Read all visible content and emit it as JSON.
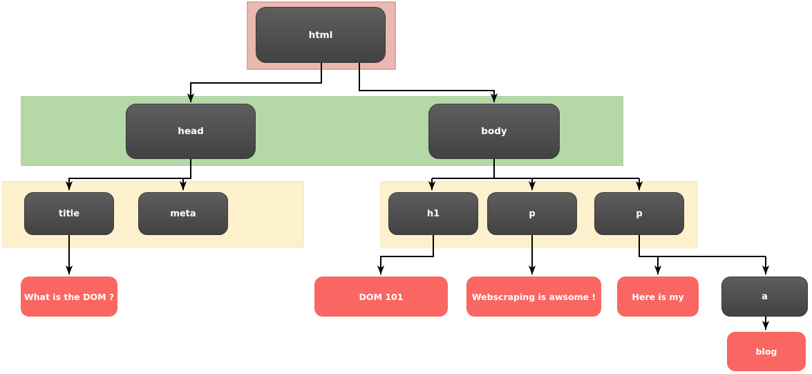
{
  "diagram": {
    "description": "DOM tree diagram of an HTML document",
    "nodes": {
      "html": {
        "label": "html",
        "kind": "element"
      },
      "head": {
        "label": "head",
        "kind": "element"
      },
      "body": {
        "label": "body",
        "kind": "element"
      },
      "title": {
        "label": "title",
        "kind": "element"
      },
      "meta": {
        "label": "meta",
        "kind": "element"
      },
      "h1": {
        "label": "h1",
        "kind": "element"
      },
      "p1": {
        "label": "p",
        "kind": "element"
      },
      "p2": {
        "label": "p",
        "kind": "element"
      },
      "a": {
        "label": "a",
        "kind": "element"
      },
      "text_title": {
        "label": "What is the DOM ?",
        "kind": "text"
      },
      "text_h1": {
        "label": "DOM 101",
        "kind": "text"
      },
      "text_p1": {
        "label": "Webscraping is awsome !",
        "kind": "text"
      },
      "text_p2": {
        "label": "Here is my",
        "kind": "text"
      },
      "text_a": {
        "label": "blog",
        "kind": "text"
      }
    },
    "edges": [
      {
        "from": "html",
        "to": "head"
      },
      {
        "from": "html",
        "to": "body"
      },
      {
        "from": "head",
        "to": "title"
      },
      {
        "from": "head",
        "to": "meta"
      },
      {
        "from": "body",
        "to": "h1"
      },
      {
        "from": "body",
        "to": "p1"
      },
      {
        "from": "body",
        "to": "p2"
      },
      {
        "from": "title",
        "to": "text_title"
      },
      {
        "from": "h1",
        "to": "text_h1"
      },
      {
        "from": "p1",
        "to": "text_p1"
      },
      {
        "from": "p2",
        "to": "text_p2"
      },
      {
        "from": "p2",
        "to": "a"
      },
      {
        "from": "a",
        "to": "text_a"
      }
    ]
  },
  "colors": {
    "element_top": "#5e5e5e",
    "element_bottom": "#424242",
    "text_node": "#fa6662",
    "highlight": "#e9b8b0",
    "highlight_border": "#dca79d",
    "band_green": "#b4d9a6",
    "band_cream": "#fdf1cd",
    "line": "#000000",
    "label": "#ffffff"
  }
}
